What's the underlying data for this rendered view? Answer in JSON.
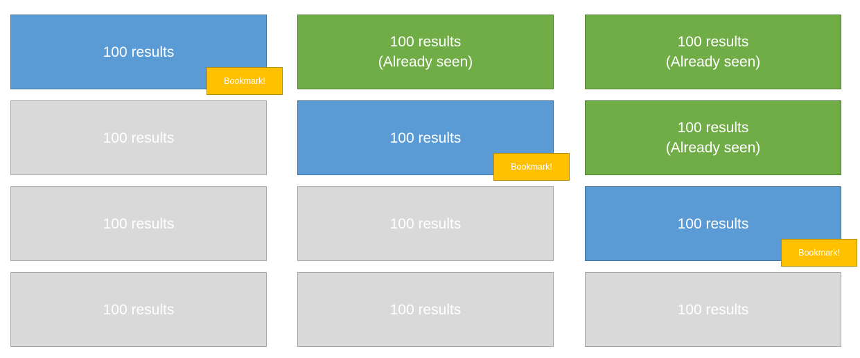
{
  "colors": {
    "current": "#5b9bd5",
    "seen": "#70ad47",
    "unseen": "#d9d9d9",
    "bookmark": "#ffc000"
  },
  "columns": [
    {
      "tiles": [
        {
          "state": "current",
          "label": "100 results",
          "sublabel": "",
          "bookmark": "Bookmark!"
        },
        {
          "state": "unseen",
          "label": "100 results",
          "sublabel": "",
          "bookmark": ""
        },
        {
          "state": "unseen",
          "label": "100 results",
          "sublabel": "",
          "bookmark": ""
        },
        {
          "state": "unseen",
          "label": "100 results",
          "sublabel": "",
          "bookmark": ""
        }
      ]
    },
    {
      "tiles": [
        {
          "state": "seen",
          "label": "100 results",
          "sublabel": "(Already seen)",
          "bookmark": ""
        },
        {
          "state": "current",
          "label": "100 results",
          "sublabel": "",
          "bookmark": "Bookmark!"
        },
        {
          "state": "unseen",
          "label": "100 results",
          "sublabel": "",
          "bookmark": ""
        },
        {
          "state": "unseen",
          "label": "100 results",
          "sublabel": "",
          "bookmark": ""
        }
      ]
    },
    {
      "tiles": [
        {
          "state": "seen",
          "label": "100 results",
          "sublabel": "(Already seen)",
          "bookmark": ""
        },
        {
          "state": "seen",
          "label": "100 results",
          "sublabel": "(Already seen)",
          "bookmark": ""
        },
        {
          "state": "current",
          "label": "100 results",
          "sublabel": "",
          "bookmark": "Bookmark!"
        },
        {
          "state": "unseen",
          "label": "100 results",
          "sublabel": "",
          "bookmark": ""
        }
      ]
    }
  ]
}
